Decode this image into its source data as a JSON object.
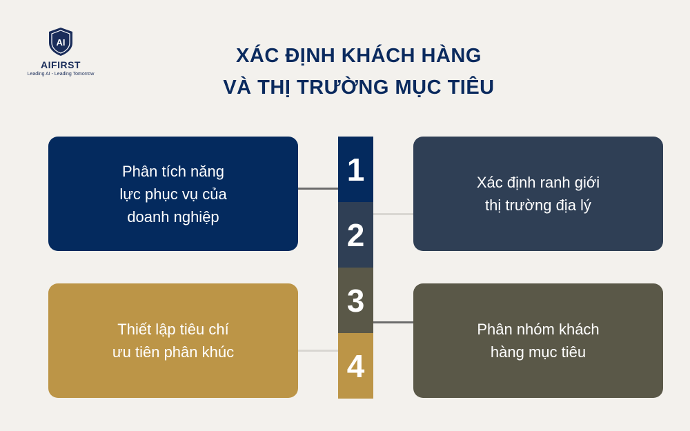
{
  "logo": {
    "name": "AIFIRST",
    "tagline": "Leading AI - Leading Tomorrow",
    "badge": "AI"
  },
  "title": {
    "line1": "XÁC ĐỊNH KHÁCH HÀNG",
    "line2": "VÀ THỊ TRƯỜNG MỤC TIÊU"
  },
  "steps": [
    {
      "number": "1",
      "text": "Phân tích năng\nlực phục vụ của\ndoanh nghiệp"
    },
    {
      "number": "2",
      "text": "Xác định ranh giới\nthị trường địa lý"
    },
    {
      "number": "3",
      "text": "Phân nhóm khách\nhàng mục tiêu"
    },
    {
      "number": "4",
      "text": "Thiết lập tiêu chí\nưu tiên phân khúc"
    }
  ],
  "colors": {
    "navy": "#042a5e",
    "slate": "#2f3f55",
    "olive": "#5a5848",
    "gold": "#bc9547",
    "background": "#f3f1ed"
  }
}
